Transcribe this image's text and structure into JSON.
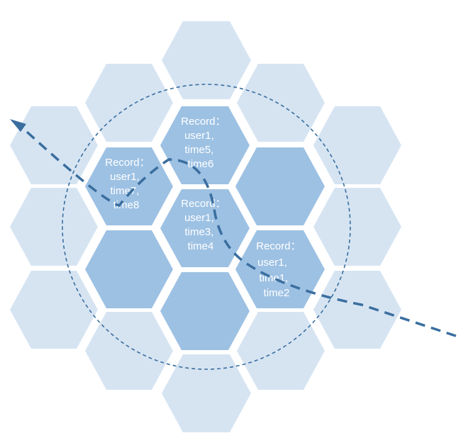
{
  "colors": {
    "cell_light": "#d6e4f2",
    "cell_dark": "#9dc1e3",
    "label_text": "#ffffff",
    "line": "#3a6e9f"
  },
  "cells": {
    "top": {
      "lines": [
        "Record：",
        "user1,",
        "time5,",
        "time6"
      ]
    },
    "upper_left": {
      "lines": [
        "Record：",
        "user1,",
        "time7,",
        "time8"
      ]
    },
    "center": {
      "lines": [
        "Record：",
        "user1,",
        "time3,",
        "time4"
      ]
    },
    "lower_right": {
      "lines": [
        "Record：",
        "user1,",
        "time1,",
        "time2"
      ]
    }
  }
}
